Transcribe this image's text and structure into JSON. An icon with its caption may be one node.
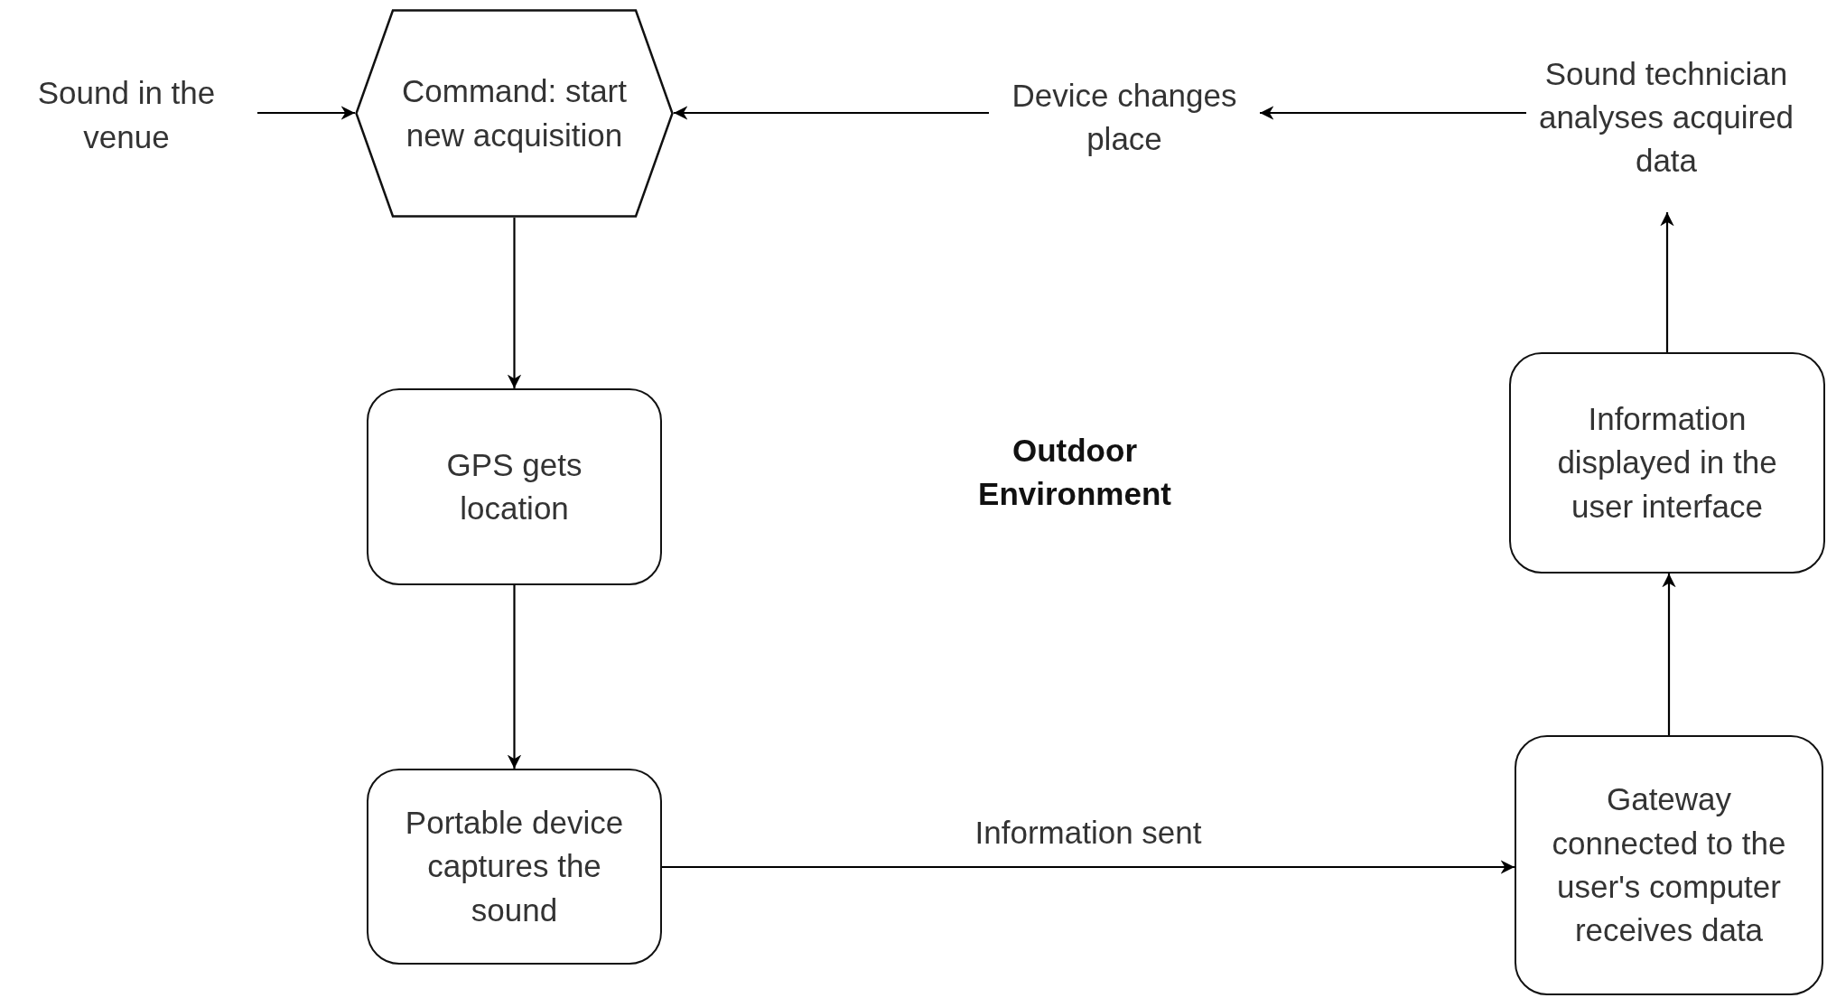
{
  "diagram": {
    "nodes": [
      {
        "text": [
          "Sound in the venue"
        ]
      },
      {
        "text": [
          "Command: start new acquisition"
        ]
      },
      {
        "text": [
          "Device changes place"
        ]
      },
      {
        "text": [
          "Sound technician analyses acquired data"
        ]
      },
      {
        "text": [
          "GPS gets location"
        ]
      },
      {
        "text": [
          "Information displayed in the user interface"
        ]
      },
      {
        "text": [
          "Portable device captures the sound"
        ]
      },
      {
        "text": [
          "Gateway connected to the user's computer receives data"
        ]
      }
    ],
    "edges": [
      {
        "from": 0,
        "to": 1,
        "arrow": "to"
      },
      {
        "from": 2,
        "to": 1,
        "arrow": "to"
      },
      {
        "from": 3,
        "to": 2,
        "arrow": "to"
      },
      {
        "from": 1,
        "to": 4,
        "arrow": "to"
      },
      {
        "from": 4,
        "to": 6,
        "arrow": "to"
      },
      {
        "from": 6,
        "to": 7,
        "arrow": "to",
        "label": "Information sent"
      },
      {
        "from": 7,
        "to": 5,
        "arrow": "to"
      },
      {
        "from": 5,
        "to": 3,
        "arrow": "to"
      }
    ],
    "labels": [
      "Outdoor Environment"
    ]
  }
}
